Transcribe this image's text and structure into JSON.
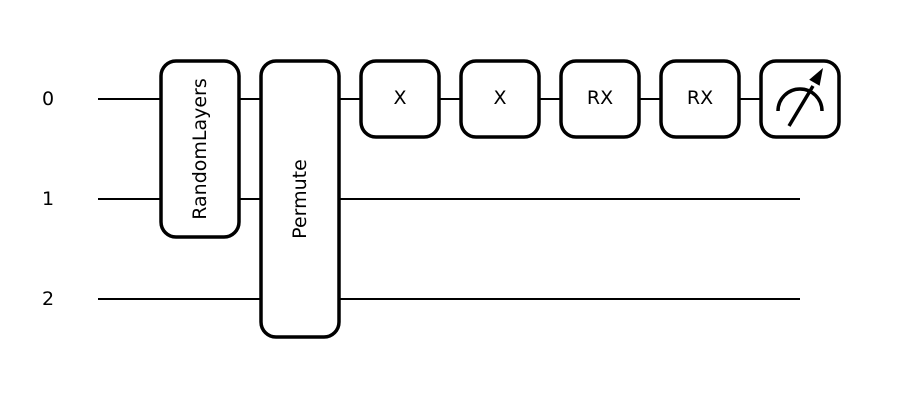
{
  "figure": {
    "type": "quantum-circuit-diagram",
    "ink": "#000000",
    "background": "#ffffff"
  },
  "circuit": {
    "wires": [
      {
        "label": "0"
      },
      {
        "label": "1"
      },
      {
        "label": "2"
      }
    ],
    "gates": [
      {
        "label": "RandomLayers",
        "wires": [
          0,
          1
        ],
        "orientation": "vertical"
      },
      {
        "label": "Permute",
        "wires": [
          0,
          1,
          2
        ],
        "orientation": "vertical"
      },
      {
        "label": "X",
        "wires": [
          0
        ],
        "orientation": "horizontal"
      },
      {
        "label": "X",
        "wires": [
          0
        ],
        "orientation": "horizontal"
      },
      {
        "label": "RX",
        "wires": [
          0
        ],
        "orientation": "horizontal"
      },
      {
        "label": "RX",
        "wires": [
          0
        ],
        "orientation": "horizontal"
      }
    ],
    "measurement": {
      "wire": 0,
      "icon": "measurement-gauge"
    }
  }
}
